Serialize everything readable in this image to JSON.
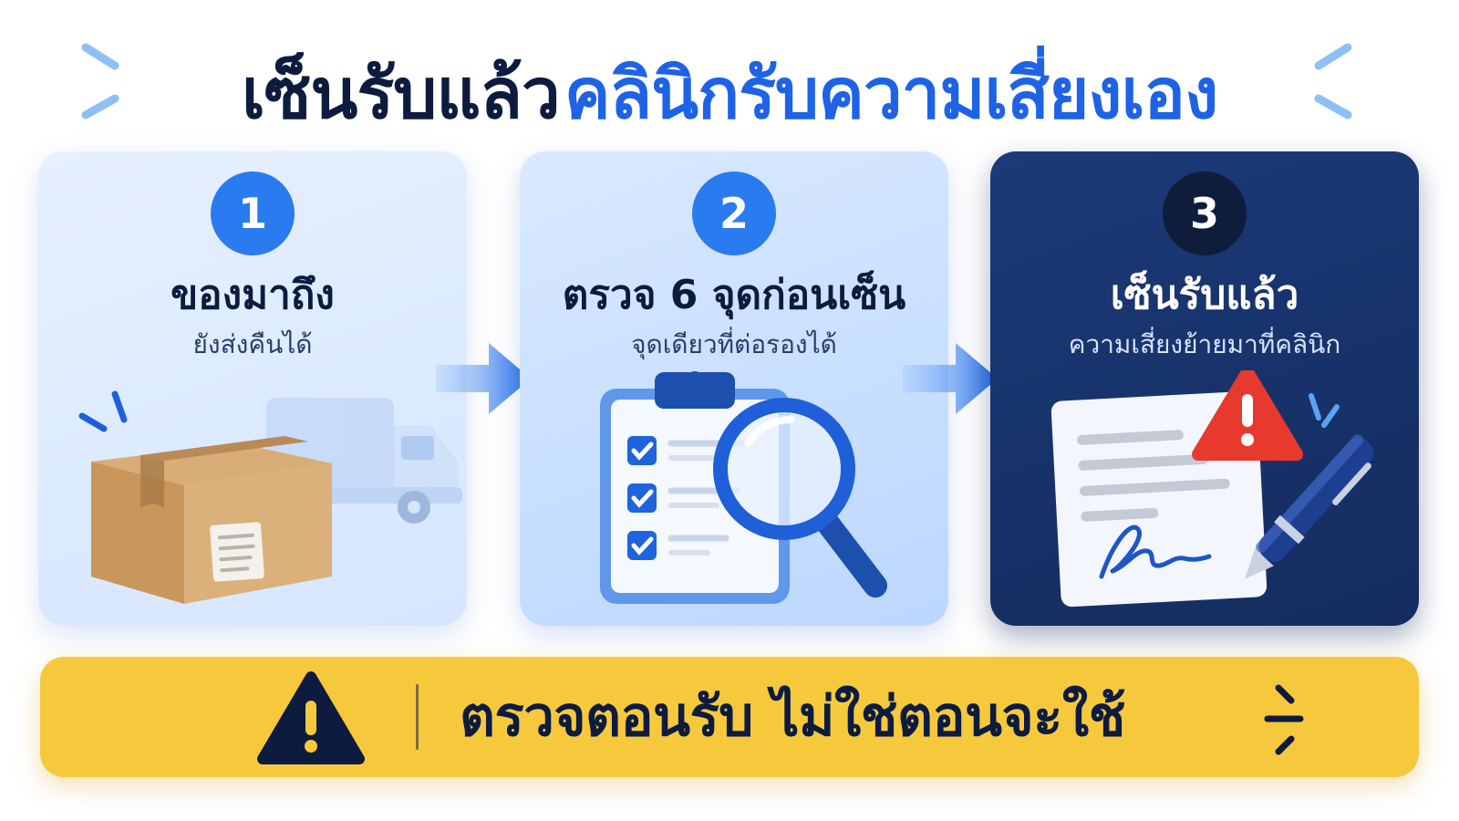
{
  "headline": {
    "part_dark": "เซ็นรับแล้ว",
    "part_blue": "คลินิกรับความเสี่ยงเอง"
  },
  "steps": [
    {
      "number": "1",
      "title": "ของมาถึง",
      "subtitle": "ยังส่งคืนได้",
      "icon": "package-truck-icon"
    },
    {
      "number": "2",
      "title": "ตรวจ 6 จุดก่อนเซ็น",
      "subtitle": "จุดเดียวที่ต่อรองได้",
      "icon": "clipboard-magnifier-icon"
    },
    {
      "number": "3",
      "title": "เซ็นรับแล้ว",
      "subtitle": "ความเสี่ยงย้ายมาที่คลินิก",
      "icon": "signed-document-warning-icon"
    }
  ],
  "banner": {
    "text": "ตรวจตอนรับ ไม่ใช่ตอนจะใช้",
    "icon": "warning-triangle-icon"
  },
  "colors": {
    "accent_blue": "#1e63e6",
    "navy": "#0d1b3e",
    "card3_bg": "#1b3a78",
    "banner_yellow": "#f6c93d",
    "alert_red": "#e8392f"
  }
}
